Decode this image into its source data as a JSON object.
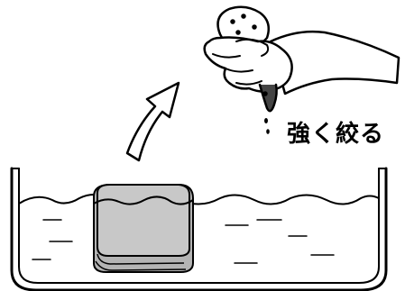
{
  "caption": "強く絞る",
  "colors": {
    "outline": "#000000",
    "cloth_front": "#c8c8c8",
    "cloth_side": "#b4b4b4",
    "water": "#ffffff",
    "background": "#ffffff"
  },
  "icons": [
    "basin",
    "water-surface",
    "soaked-cloth",
    "curved-arrow",
    "hand-wringing-cloth",
    "water-drops"
  ]
}
